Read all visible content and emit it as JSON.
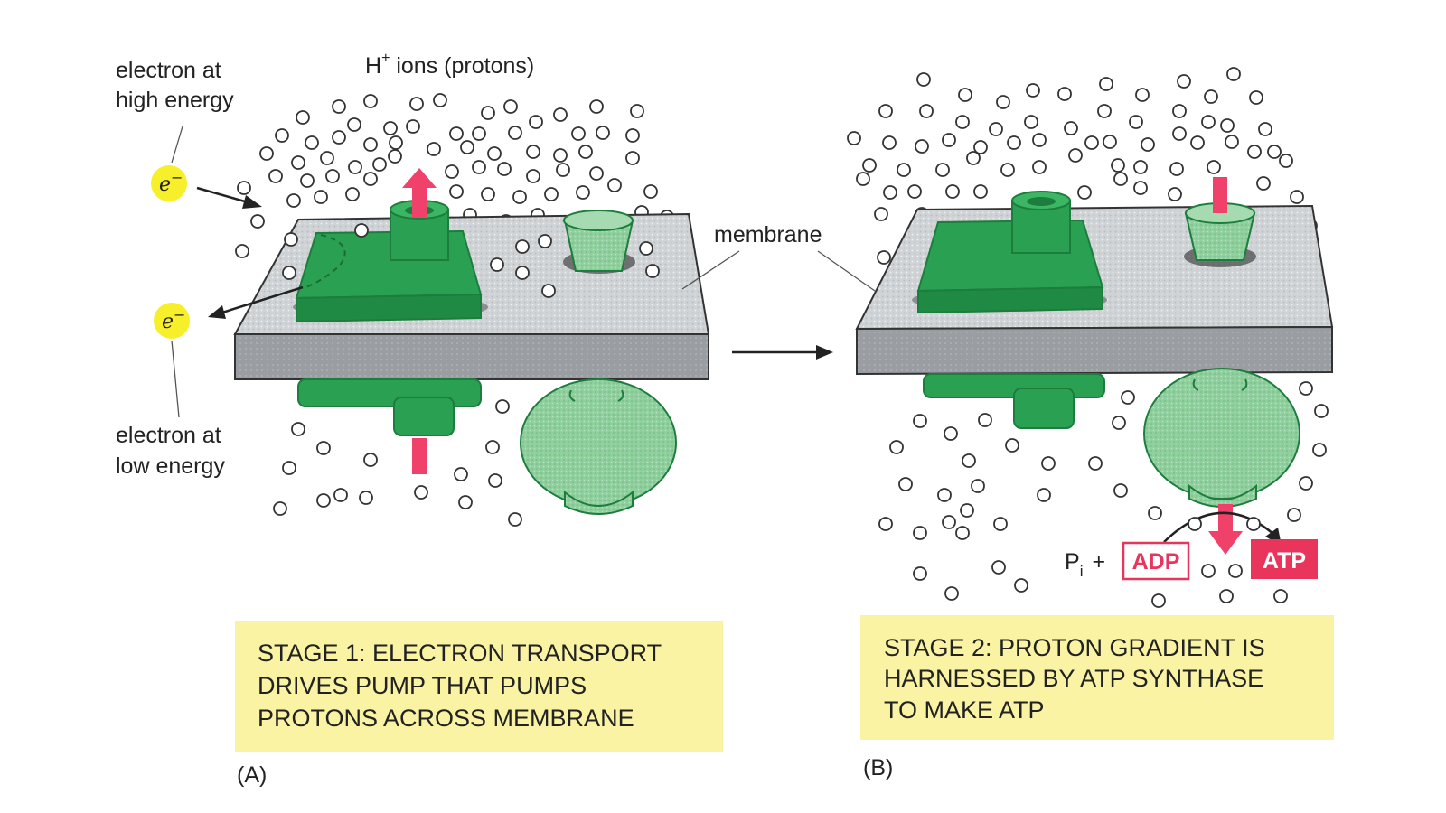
{
  "panel_a": {
    "electron_high_label": [
      "electron at",
      "high energy"
    ],
    "electron_low_label": [
      "electron at",
      "low energy"
    ],
    "electron_symbol": "e",
    "electron_charge": "−",
    "protons_label": {
      "base": "H",
      "superscript": "+",
      "rest": " ions (protons)"
    },
    "caption": [
      "STAGE 1: ELECTRON TRANSPORT",
      "DRIVES PUMP THAT PUMPS",
      "PROTONS ACROSS MEMBRANE"
    ],
    "panel_letter": "(A)"
  },
  "panel_b": {
    "membrane_label": "membrane",
    "phosphate_label": {
      "base": "P",
      "subscript": "i",
      "plus": "+"
    },
    "adp_label": "ADP",
    "atp_label": "ATP",
    "caption": [
      "STAGE 2: PROTON GRADIENT IS",
      "HARNESSED BY ATP SYNTHASE",
      "TO MAKE ATP"
    ],
    "panel_letter": "(B)"
  },
  "colors": {
    "protein_green": "#2aa152",
    "protein_dark": "#1c7d3c",
    "synthase_light": "#8fcf9e",
    "membrane_top": "#d2d6d8",
    "membrane_side": "#9a9ea2",
    "arrow_red": "#f0416a",
    "electron_yellow": "#f6ef2a",
    "caption_bg": "#f9f3a3",
    "atp_fill": "#e9345c"
  }
}
